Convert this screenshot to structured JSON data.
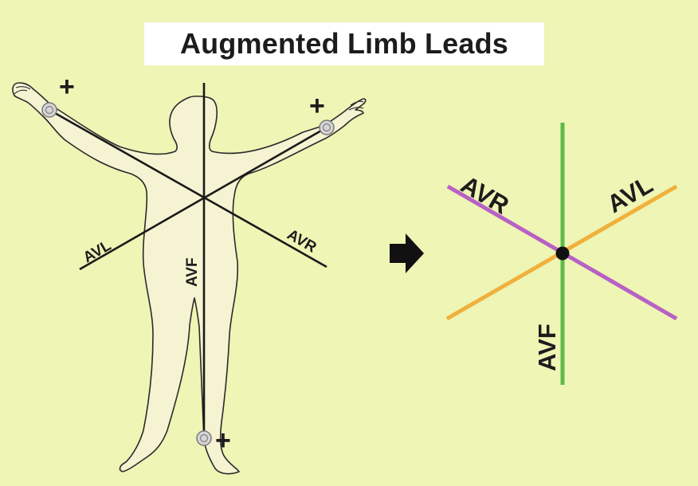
{
  "title": "Augmented Limb Leads",
  "body_figure": {
    "leads": [
      {
        "name": "AVL",
        "label": "AVL"
      },
      {
        "name": "AVR",
        "label": "AVR"
      },
      {
        "name": "AVF",
        "label": "AVF"
      }
    ],
    "electrodes": [
      {
        "name": "right-arm",
        "sign": "+"
      },
      {
        "name": "left-arm",
        "sign": "+"
      },
      {
        "name": "left-leg",
        "sign": "+"
      }
    ]
  },
  "axis_diagram": {
    "leads": [
      {
        "name": "AVR",
        "label": "AVR",
        "color": "#b860c4"
      },
      {
        "name": "AVL",
        "label": "AVL",
        "color": "#f0b13c"
      },
      {
        "name": "AVF",
        "label": "AVF",
        "color": "#5cba4a"
      }
    ],
    "center_color": "#111111"
  },
  "colors": {
    "background": "#eef5b5",
    "body_fill": "#f6f3d2",
    "outline": "#2a2a2a",
    "arrow": "#111111"
  }
}
